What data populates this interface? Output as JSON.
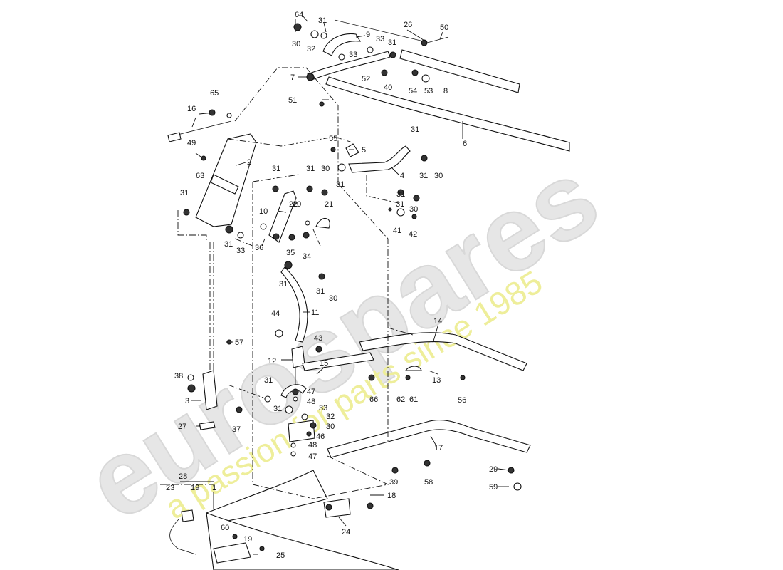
{
  "watermark": {
    "brand": "eurospares",
    "tagline": "a passion for parts since 1985"
  },
  "parts": [
    {
      "id": "l64",
      "text": "64"
    },
    {
      "id": "l31a",
      "text": "31"
    },
    {
      "id": "l26",
      "text": "26"
    },
    {
      "id": "l50",
      "text": "50"
    },
    {
      "id": "l9",
      "text": "9"
    },
    {
      "id": "l33a",
      "text": "33"
    },
    {
      "id": "l31b",
      "text": "31"
    },
    {
      "id": "l30a",
      "text": "30"
    },
    {
      "id": "l32a",
      "text": "32"
    },
    {
      "id": "l33b",
      "text": "33"
    },
    {
      "id": "l7",
      "text": "7"
    },
    {
      "id": "l52",
      "text": "52"
    },
    {
      "id": "l40",
      "text": "40"
    },
    {
      "id": "l54",
      "text": "54"
    },
    {
      "id": "l53",
      "text": "53"
    },
    {
      "id": "l8",
      "text": "8"
    },
    {
      "id": "l51",
      "text": "51"
    },
    {
      "id": "l65",
      "text": "65"
    },
    {
      "id": "l16",
      "text": "16"
    },
    {
      "id": "l6",
      "text": "6"
    },
    {
      "id": "l31c",
      "text": "31"
    },
    {
      "id": "l55",
      "text": "55"
    },
    {
      "id": "l5",
      "text": "5"
    },
    {
      "id": "l49",
      "text": "49"
    },
    {
      "id": "l2",
      "text": "2"
    },
    {
      "id": "l63",
      "text": "63"
    },
    {
      "id": "l31d",
      "text": "31"
    },
    {
      "id": "l31e",
      "text": "31"
    },
    {
      "id": "l30b",
      "text": "30"
    },
    {
      "id": "l31f",
      "text": "31"
    },
    {
      "id": "l4",
      "text": "4"
    },
    {
      "id": "l31g",
      "text": "31"
    },
    {
      "id": "l30c",
      "text": "30"
    },
    {
      "id": "l31h",
      "text": "31"
    },
    {
      "id": "l31i",
      "text": "31"
    },
    {
      "id": "l20",
      "text": "20"
    },
    {
      "id": "l10",
      "text": "10"
    },
    {
      "id": "l22",
      "text": "22"
    },
    {
      "id": "l21",
      "text": "21"
    },
    {
      "id": "l31j",
      "text": "31"
    },
    {
      "id": "l30d",
      "text": "30"
    },
    {
      "id": "l41",
      "text": "41"
    },
    {
      "id": "l42",
      "text": "42"
    },
    {
      "id": "l31k",
      "text": "31"
    },
    {
      "id": "l33c",
      "text": "33"
    },
    {
      "id": "l36",
      "text": "36"
    },
    {
      "id": "l35",
      "text": "35"
    },
    {
      "id": "l34",
      "text": "34"
    },
    {
      "id": "l31l",
      "text": "31"
    },
    {
      "id": "l31m",
      "text": "31"
    },
    {
      "id": "l30e",
      "text": "30"
    },
    {
      "id": "l11",
      "text": "11"
    },
    {
      "id": "l44",
      "text": "44"
    },
    {
      "id": "l14",
      "text": "14"
    },
    {
      "id": "l57",
      "text": "57"
    },
    {
      "id": "l43",
      "text": "43"
    },
    {
      "id": "l12",
      "text": "12"
    },
    {
      "id": "l15",
      "text": "15"
    },
    {
      "id": "l13",
      "text": "13"
    },
    {
      "id": "l38",
      "text": "38"
    },
    {
      "id": "l31n",
      "text": "31"
    },
    {
      "id": "l47a",
      "text": "47"
    },
    {
      "id": "l66",
      "text": "66"
    },
    {
      "id": "l62",
      "text": "62"
    },
    {
      "id": "l61",
      "text": "61"
    },
    {
      "id": "l56",
      "text": "56"
    },
    {
      "id": "l3",
      "text": "3"
    },
    {
      "id": "l48a",
      "text": "48"
    },
    {
      "id": "l31o",
      "text": "31"
    },
    {
      "id": "l33d",
      "text": "33"
    },
    {
      "id": "l32b",
      "text": "32"
    },
    {
      "id": "l30f",
      "text": "30"
    },
    {
      "id": "l27",
      "text": "27"
    },
    {
      "id": "l37",
      "text": "37"
    },
    {
      "id": "l46",
      "text": "46"
    },
    {
      "id": "l17",
      "text": "17"
    },
    {
      "id": "l48b",
      "text": "48"
    },
    {
      "id": "l47b",
      "text": "47"
    },
    {
      "id": "l28",
      "text": "28"
    },
    {
      "id": "l29",
      "text": "29"
    },
    {
      "id": "l39",
      "text": "39"
    },
    {
      "id": "l58",
      "text": "58"
    },
    {
      "id": "l23",
      "text": "23"
    },
    {
      "id": "l19a",
      "text": "19"
    },
    {
      "id": "l1",
      "text": "1"
    },
    {
      "id": "l59",
      "text": "59"
    },
    {
      "id": "l18",
      "text": "18"
    },
    {
      "id": "l24",
      "text": "24"
    },
    {
      "id": "l60",
      "text": "60"
    },
    {
      "id": "l19b",
      "text": "19"
    },
    {
      "id": "l25",
      "text": "25"
    }
  ]
}
